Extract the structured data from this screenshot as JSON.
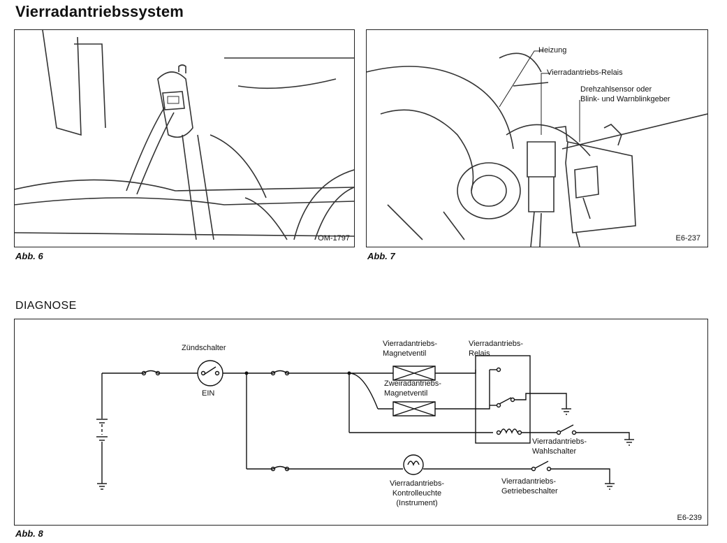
{
  "page": {
    "title": "Vierradantriebssystem"
  },
  "figures": {
    "fig6": {
      "caption": "Abb. 6",
      "code": "OM-1797"
    },
    "fig7": {
      "caption": "Abb. 7",
      "code": "E6-237",
      "callouts": {
        "heating": "Heizung",
        "relay": "Vierradantriebs-Relais",
        "sensor_line1": "Drehzahlsensor oder",
        "sensor_line2": "Blink- und Warnblinkgeber"
      }
    },
    "fig8": {
      "caption": "Abb. 8",
      "code": "E6-239",
      "labels": {
        "ignition_switch": "Zündschalter",
        "on": "EIN",
        "valve4wd_line1": "Vierradantriebs-",
        "valve4wd_line2": "Magnetventil",
        "relay_line1": "Vierradantriebs-",
        "relay_line2": "Relais",
        "valve2wd_line1": "Zweiradantriebs-",
        "valve2wd_line2": "Magnetventil",
        "selector_line1": "Vierradantriebs-",
        "selector_line2": "Wahlschalter",
        "lamp_line1": "Vierradantriebs-",
        "lamp_line2": "Kontrolleuchte",
        "lamp_line3": "(Instrument)",
        "transfer_line1": "Vierradantriebs-",
        "transfer_line2": "Getriebeschalter"
      }
    }
  },
  "section": {
    "heading": "DIAGNOSE"
  }
}
